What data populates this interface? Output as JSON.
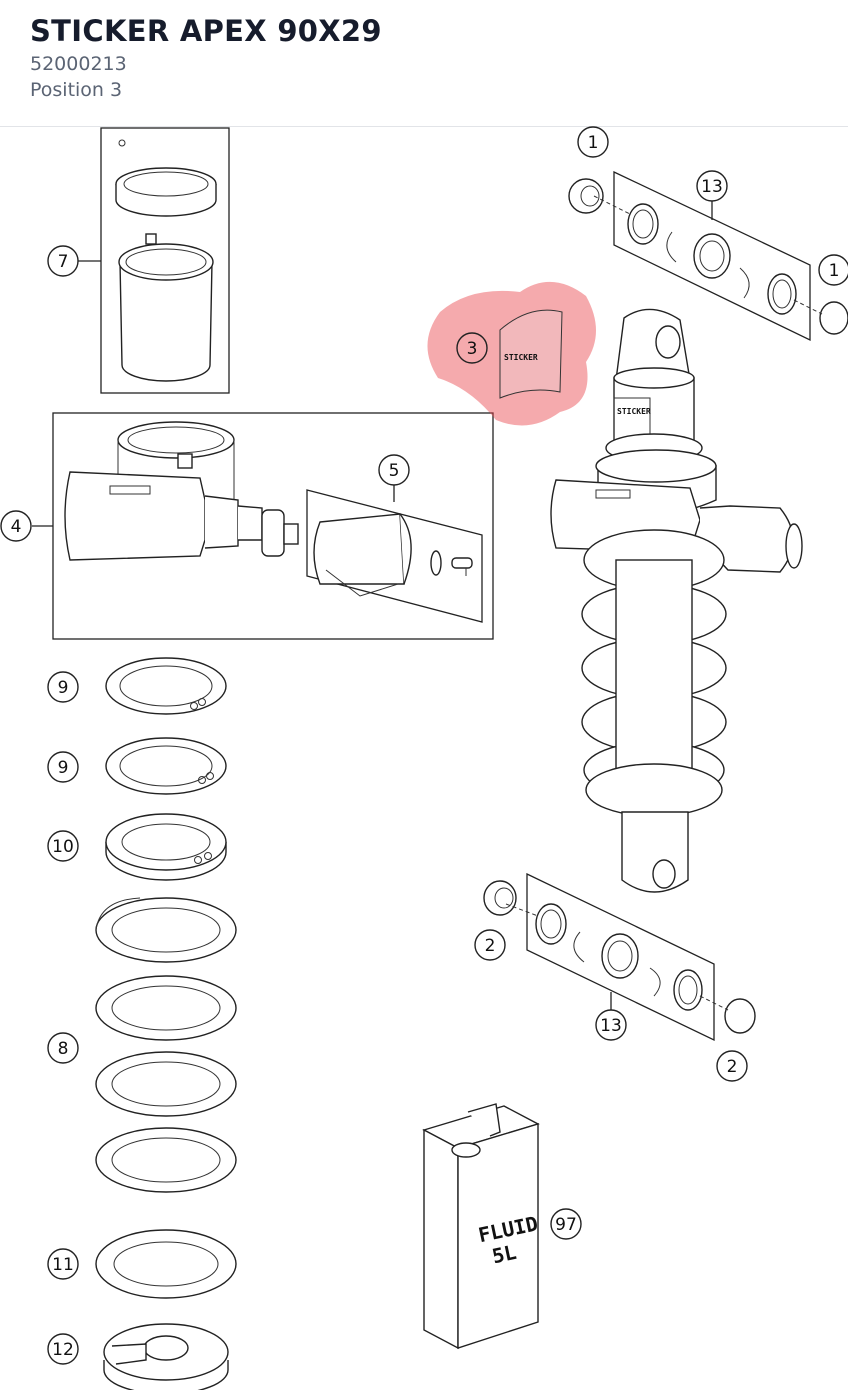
{
  "part": {
    "name": "STICKER APEX 90X29",
    "number": "52000213",
    "position": "Position 3"
  },
  "highlight_color": "#e8434a",
  "callouts": [
    {
      "id": "c1a",
      "label": "1"
    },
    {
      "id": "c1b",
      "label": "1"
    },
    {
      "id": "c13a",
      "label": "13"
    },
    {
      "id": "c3",
      "label": "3"
    },
    {
      "id": "c7",
      "label": "7"
    },
    {
      "id": "c4",
      "label": "4"
    },
    {
      "id": "c5",
      "label": "5"
    },
    {
      "id": "c9a",
      "label": "9"
    },
    {
      "id": "c9b",
      "label": "9"
    },
    {
      "id": "c10",
      "label": "10"
    },
    {
      "id": "c2a",
      "label": "2"
    },
    {
      "id": "c2b",
      "label": "2"
    },
    {
      "id": "c13b",
      "label": "13"
    },
    {
      "id": "c8",
      "label": "8"
    },
    {
      "id": "c97",
      "label": "97"
    },
    {
      "id": "c11",
      "label": "11"
    },
    {
      "id": "c12",
      "label": "12"
    }
  ],
  "fluid_can": {
    "line1": "FLUID",
    "line2": "5L"
  },
  "sticker_text": "STICKER"
}
